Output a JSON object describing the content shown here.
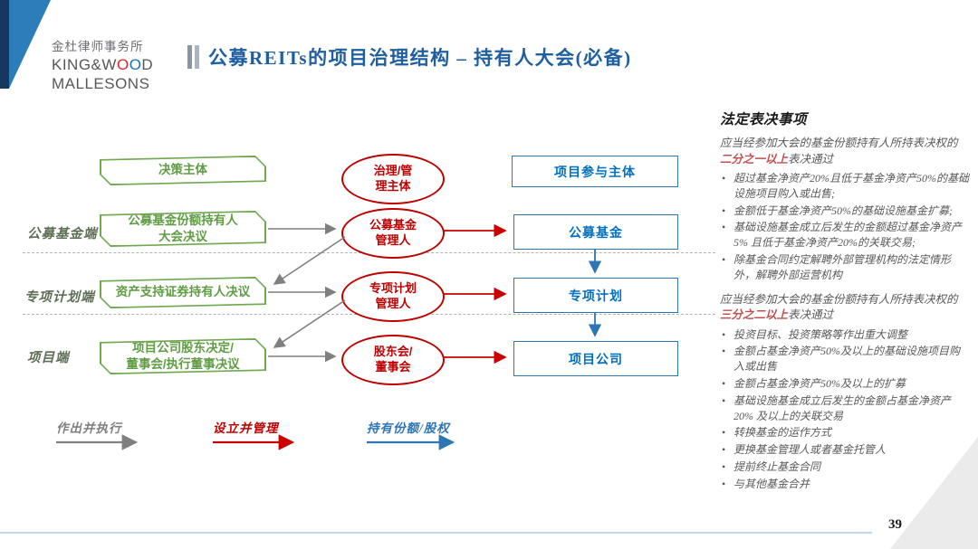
{
  "logo": {
    "cn": "金杜律师事务所",
    "en_pre": "KING&W",
    "en_o1": "O",
    "en_o2": "O",
    "en_post": "D",
    "en_line2": "MALLESONS"
  },
  "header": {
    "title": "公募REITs的项目治理结构 – 持有人大会(必备)"
  },
  "diagram": {
    "row_labels": [
      "公募基金端",
      "专项计划端",
      "项目端"
    ],
    "green": {
      "header": "决策主体",
      "fund_l1": "公募基金份额持有人",
      "fund_l2": "大会决议",
      "abs": "资产支持证券持有人决议",
      "project_l1": "项目公司股东决定/",
      "project_l2": "董事会/执行董事决议"
    },
    "red": {
      "header_l1": "治理/管",
      "header_l2": "理主体",
      "fund_l1": "公募基金",
      "fund_l2": "管理人",
      "plan_l1": "专项计划",
      "plan_l2": "管理人",
      "company_l1": "股东会/",
      "company_l2": "董事会"
    },
    "blue": {
      "header": "项目参与主体",
      "fund": "公募基金",
      "plan": "专项计划",
      "company": "项目公司"
    },
    "colors": {
      "green": "#6fa84f",
      "red": "#c00000",
      "blue": "#2e75b6",
      "gray_arrow": "#7f7f7f"
    }
  },
  "legend": {
    "items": [
      {
        "label": "作出并执行",
        "color": "#7f7f7f"
      },
      {
        "label": "设立并管理",
        "color": "#c00000"
      },
      {
        "label": "持有份额/股权",
        "color": "#2e75b6"
      }
    ]
  },
  "panel": {
    "heading": "法定表决事项",
    "sections": [
      {
        "intro_pre": "应当经参加大会的基金份额持有人所持表决权的",
        "intro_red": "二分之一以上",
        "intro_post": "表决通过",
        "bullets": [
          "超过基金净资产20%且低于基金净资产50%的基础设施项目购入或出售;",
          "金额低于基金净资产50%的基础设施基金扩募;",
          "基础设施基金成立后发生的金额超过基金净资产5% 且低于基金净资产20%的关联交易;",
          "除基金合同约定解聘外部管理机构的法定情形外，解聘外部运营机构"
        ]
      },
      {
        "intro_pre": "应当经参加大会的基金份额持有人所持表决权的",
        "intro_red": "三分之二以上",
        "intro_post": "表决通过",
        "bullets": [
          "投资目标、投资策略等作出重大调整",
          "金额占基金净资产50%及以上的基础设施项目购入或出售",
          "金额占基金净资产50%及以上的扩募",
          "基础设施基金成立后发生的金额占基金净资产20% 及以上的关联交易",
          "转换基金的运作方式",
          "更换基金管理人或者基金托管人",
          "提前终止基金合同",
          "与其他基金合并"
        ]
      }
    ]
  },
  "footer": {
    "page_number": "39"
  }
}
